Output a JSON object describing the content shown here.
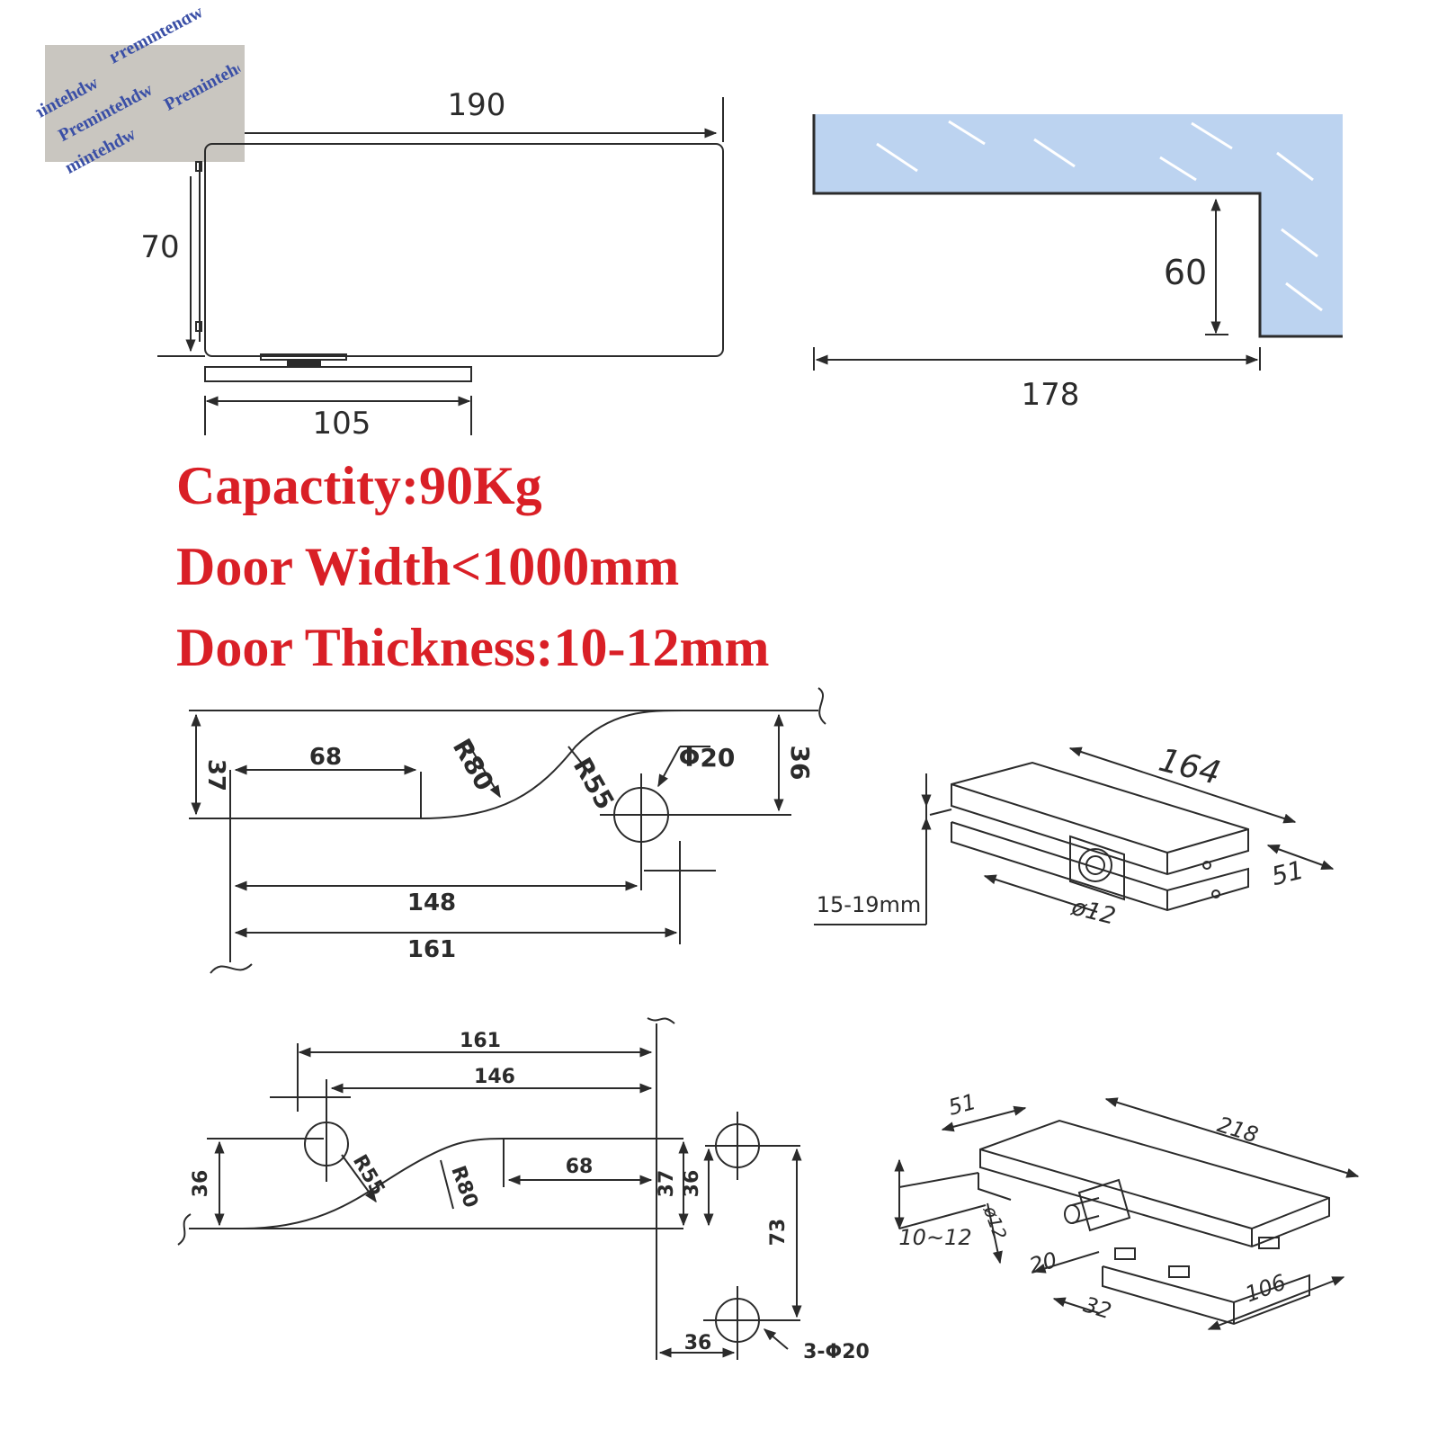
{
  "watermark": {
    "lines": [
      "Premintehdw",
      "Premintehdw",
      "Premintehdw",
      "Premintehdw",
      "Premintehdw"
    ]
  },
  "top_side_view": {
    "width_label": "190",
    "height_label": "70",
    "base_label": "105"
  },
  "top_glass_view": {
    "depth_label": "60",
    "length_label": "178"
  },
  "specs": {
    "capacity": "Capactity:90Kg",
    "door_width": "Door Width<1000mm",
    "door_thickness": "Door Thickness:10-12mm"
  },
  "upper_cutout": {
    "d37": "37",
    "d68": "68",
    "r80": "R80",
    "r55": "R55",
    "hole": "Φ20",
    "d36": "36",
    "d148": "148",
    "d161": "161"
  },
  "upper_iso": {
    "length": "164",
    "width": "51",
    "hole": "ø12",
    "glass": "15-19mm"
  },
  "lower_cutout": {
    "d161": "161",
    "d146": "146",
    "d36_left": "36",
    "r55": "R55",
    "r80": "R80",
    "d68": "68",
    "d37": "37",
    "d36_right": "36",
    "d73": "73",
    "d36_bottom": "36",
    "holes": "3-Φ20"
  },
  "lower_iso": {
    "width": "51",
    "length": "218",
    "glass": "10~12",
    "hole": "ø12",
    "d20": "20",
    "d32": "32",
    "d106": "106"
  },
  "colors": {
    "spec_text": "#d91f26",
    "glass_fill": "#bcd3f0",
    "line": "#2b2b2b"
  }
}
